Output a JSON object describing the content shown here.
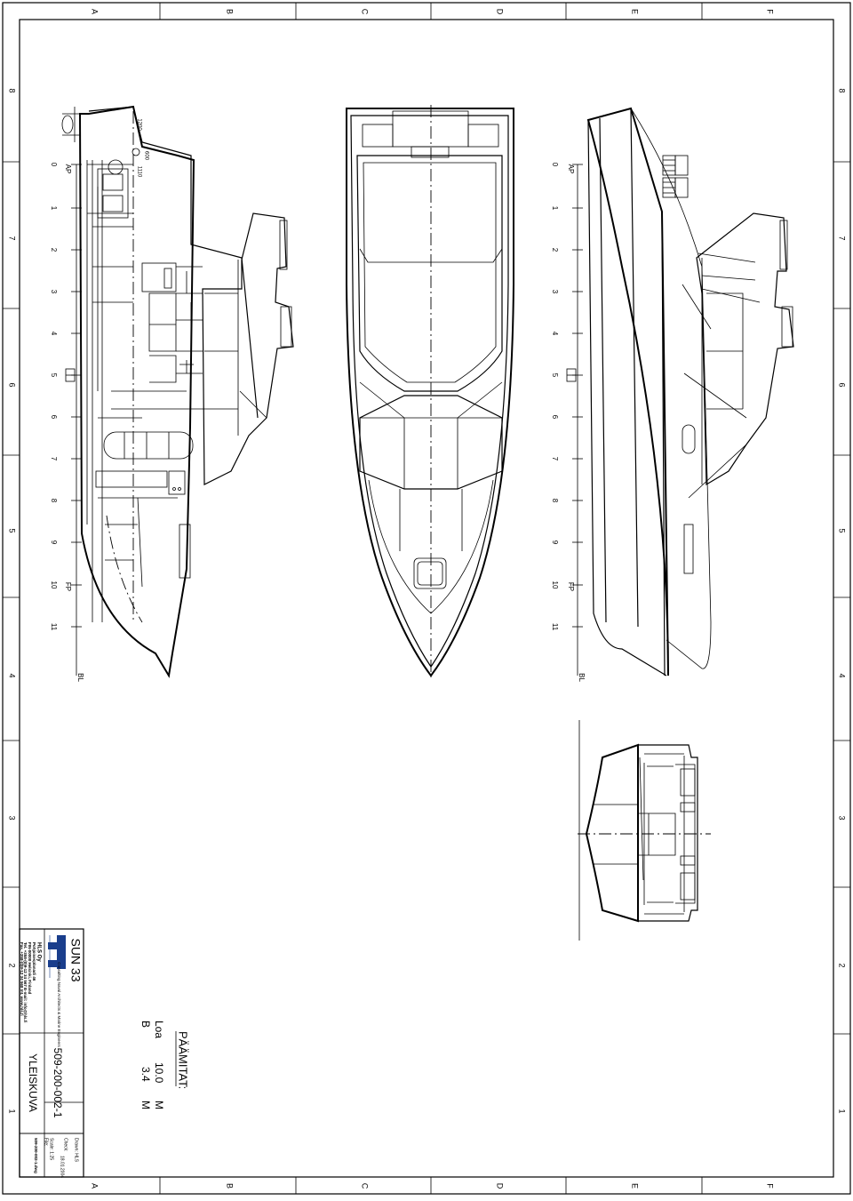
{
  "border": {
    "columns": [
      "A",
      "B",
      "C",
      "D",
      "E",
      "F"
    ],
    "rows": [
      "8",
      "7",
      "6",
      "5",
      "4",
      "3",
      "2",
      "1"
    ]
  },
  "profile": {
    "stations": [
      "0",
      "1",
      "2",
      "3",
      "4",
      "5",
      "6",
      "7",
      "8",
      "9",
      "10",
      "11"
    ],
    "ap": "AP",
    "fp": "FP",
    "bl": "BL",
    "dims": [
      "1200",
      "600",
      "1110"
    ]
  },
  "exterior": {
    "stations": [
      "0",
      "1",
      "2",
      "3",
      "4",
      "5",
      "6",
      "7",
      "8",
      "9",
      "10",
      "11"
    ],
    "ap": "AP",
    "fp": "FP",
    "bl": "BL"
  },
  "title_block": {
    "project": "SUN 33",
    "company": "HLS Oy",
    "company_lines": [
      "Pohjoisesplanadi 46",
      "FIN-00000 Helsinki, Finland",
      "Tel. +358-(0)9-12 34 567   E-mail: info@hls.fi",
      "Fax. +358-(0)9-12 34 568   Int. www.hls.fi"
    ],
    "tagline": "Consulting Naval Architects & Marine Engineers",
    "drawing_number": "509-200-002-1",
    "drawing_title": "YLEISKUVA",
    "drawn": "Drawn: HLS",
    "checked": "Check:",
    "date": "18.01.2004",
    "scale": "Scale:  1:25",
    "file": "File:",
    "file_name": "509-200-002-1.dwg"
  },
  "dimensions": {
    "heading": "PÄÄMITAT:",
    "rows": [
      {
        "label": "Loa",
        "value": "10.0",
        "unit": "M"
      },
      {
        "label": "B",
        "value": "3.4",
        "unit": "M"
      }
    ]
  }
}
